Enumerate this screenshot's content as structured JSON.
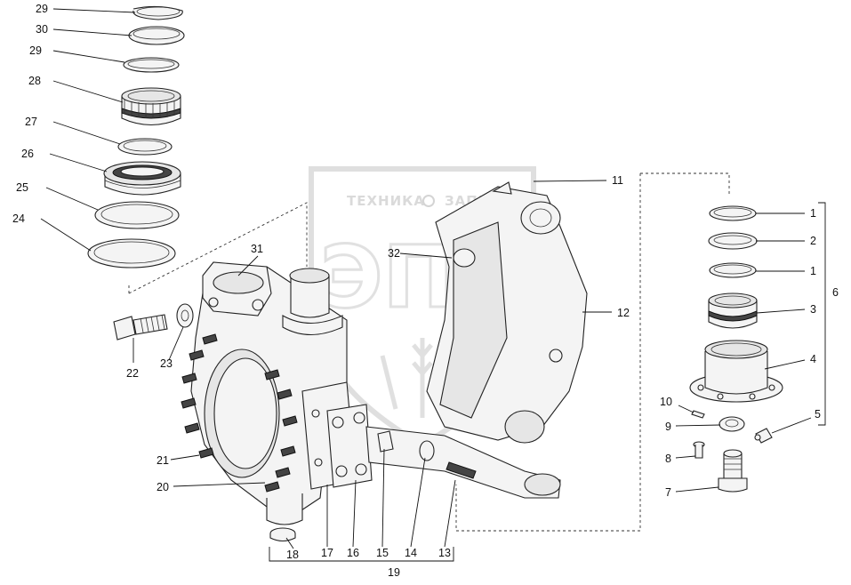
{
  "watermark": {
    "brand_left": "ТЕХНИКА",
    "brand_right": "ЗАПЧАСТИ",
    "logo_text": "ЭПФ"
  },
  "callouts": [
    {
      "label": "29"
    },
    {
      "label": "30"
    },
    {
      "label": "29"
    },
    {
      "label": "28"
    },
    {
      "label": "27"
    },
    {
      "label": "26"
    },
    {
      "label": "25"
    },
    {
      "label": "24"
    },
    {
      "label": "31"
    },
    {
      "label": "32"
    },
    {
      "label": "11"
    },
    {
      "label": "12"
    },
    {
      "label": "1"
    },
    {
      "label": "2"
    },
    {
      "label": "1"
    },
    {
      "label": "3"
    },
    {
      "label": "4"
    },
    {
      "label": "6"
    },
    {
      "label": "5"
    },
    {
      "label": "10"
    },
    {
      "label": "9"
    },
    {
      "label": "8"
    },
    {
      "label": "7"
    },
    {
      "label": "22"
    },
    {
      "label": "23"
    },
    {
      "label": "21"
    },
    {
      "label": "20"
    },
    {
      "label": "18"
    },
    {
      "label": "17"
    },
    {
      "label": "16"
    },
    {
      "label": "15"
    },
    {
      "label": "14"
    },
    {
      "label": "13"
    },
    {
      "label": "19"
    }
  ]
}
